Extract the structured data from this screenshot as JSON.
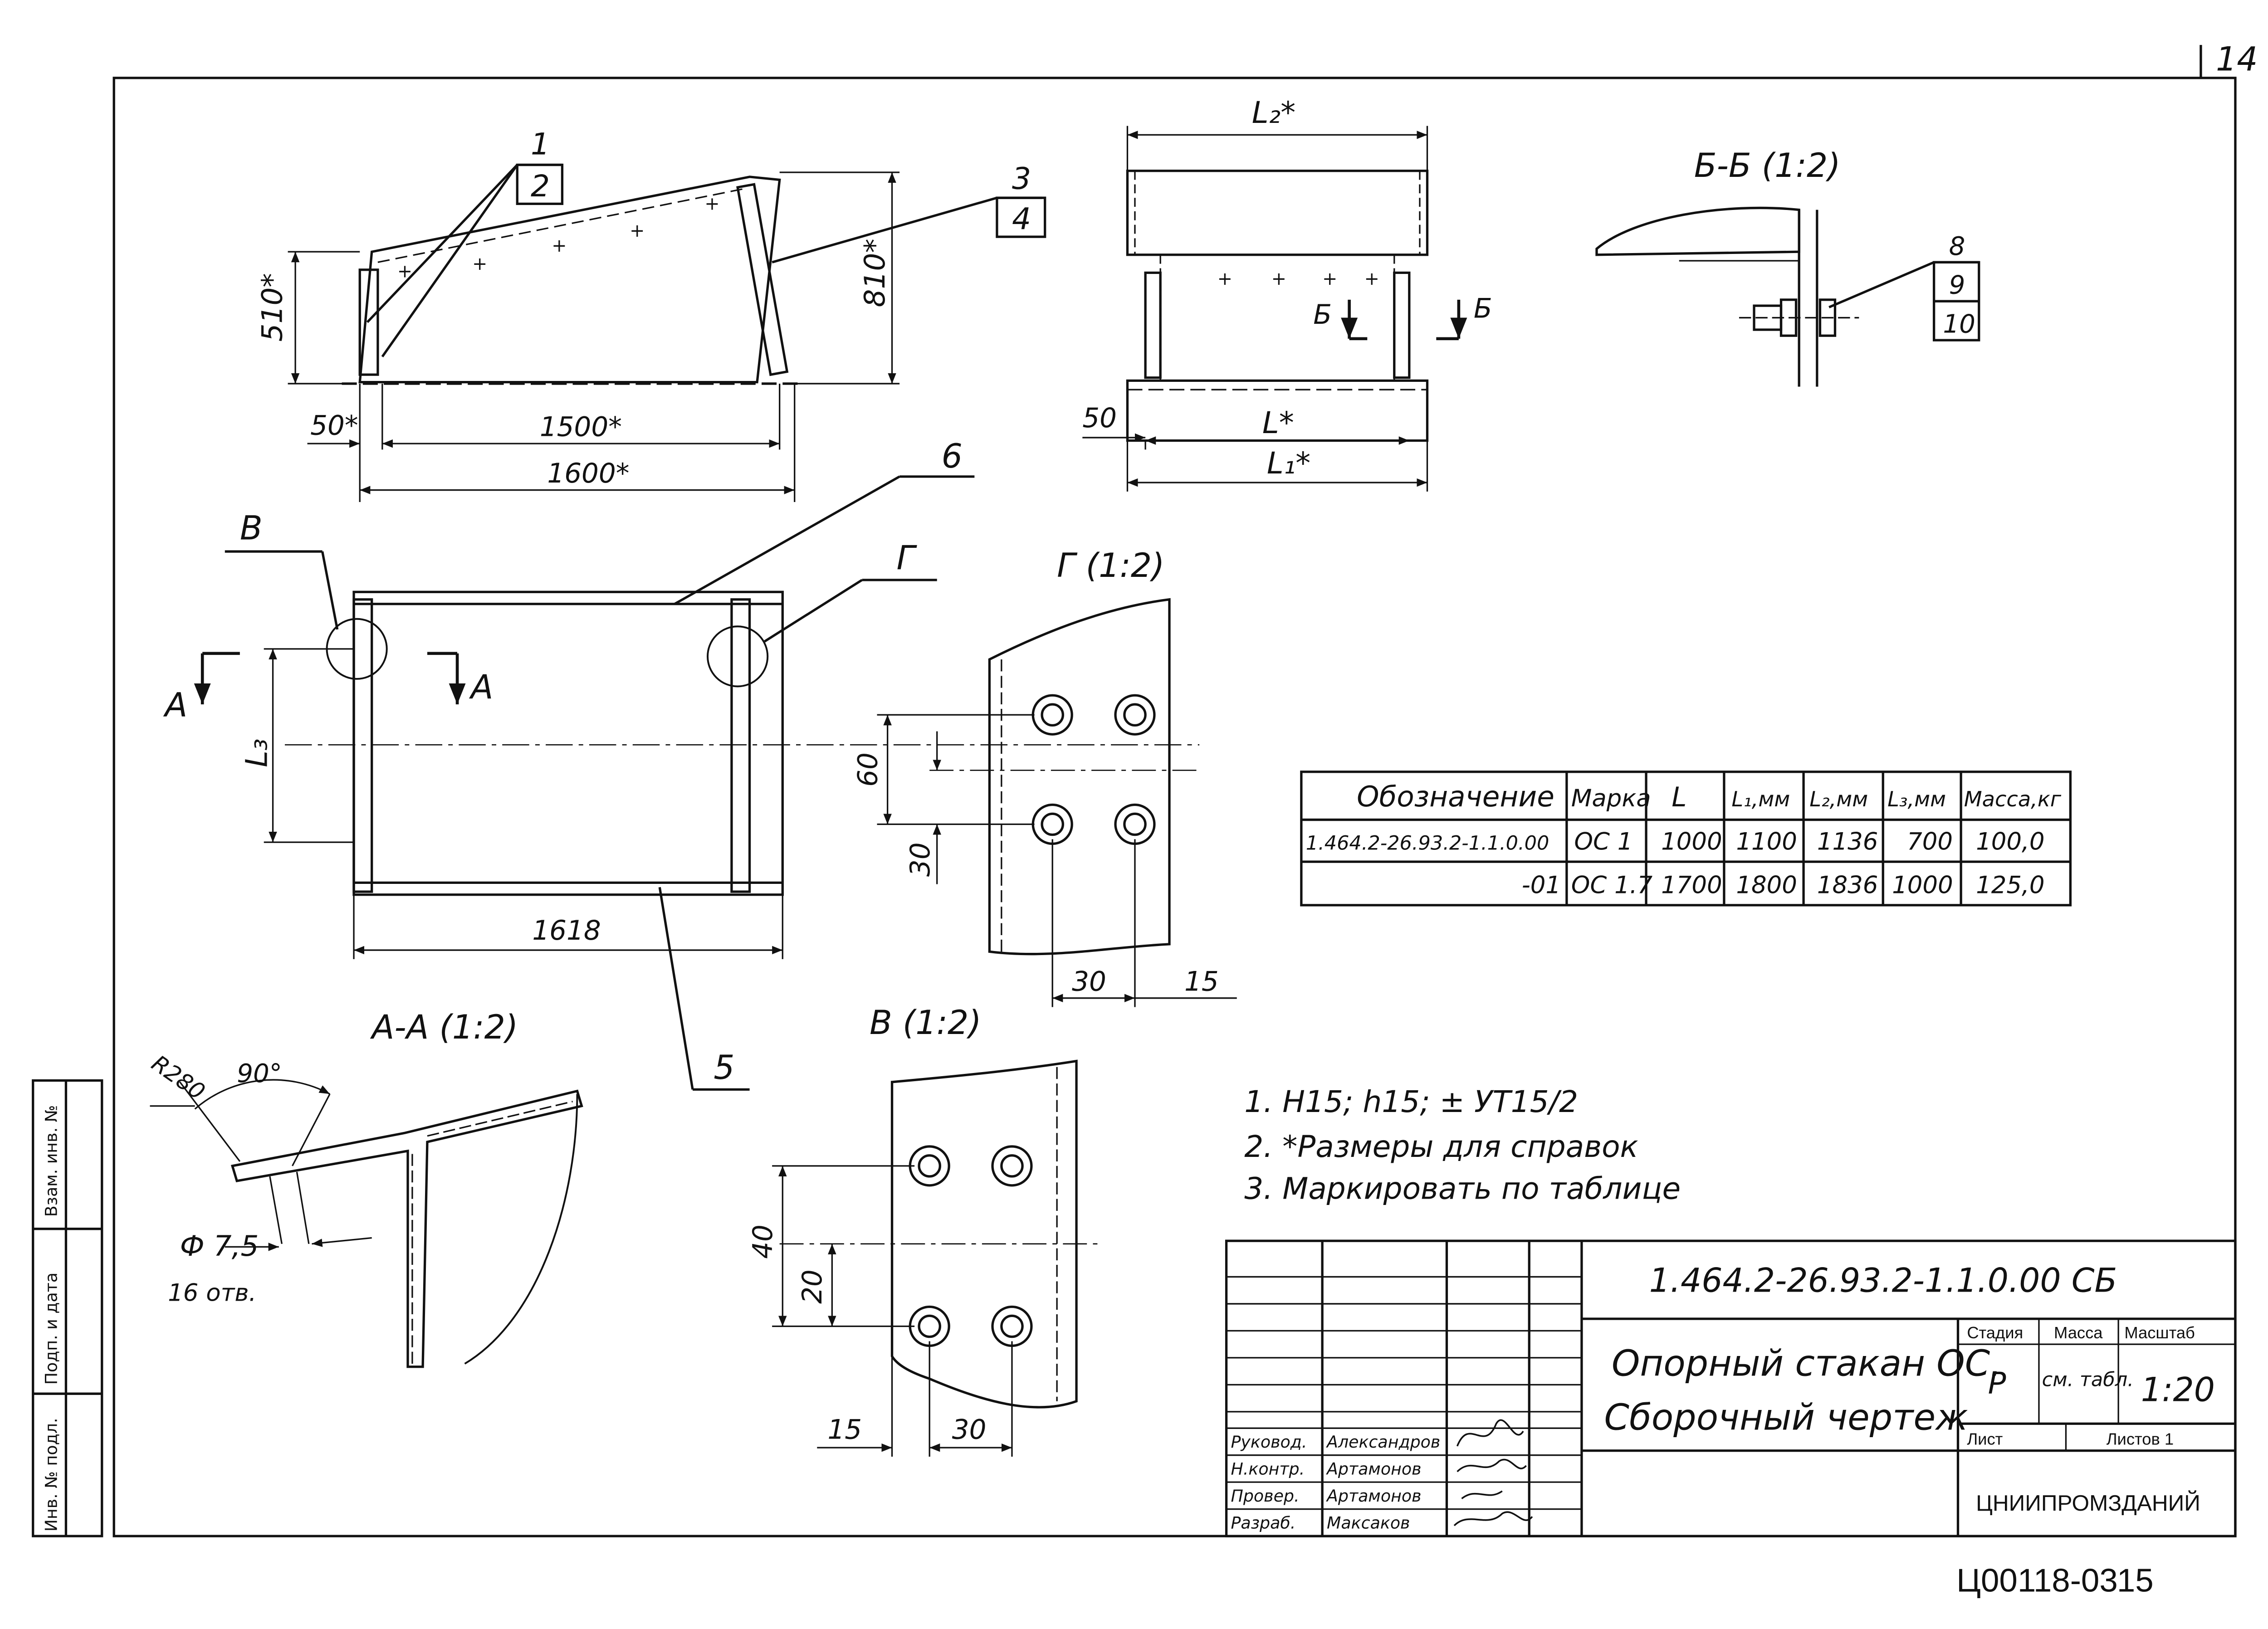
{
  "page_number": "14",
  "bottom_code": "Ц00118-03",
  "bottom_page": "15",
  "side_stamp": [
    "Взам. инв. №",
    "Подп. и дата",
    "Инв. № подл."
  ],
  "views": {
    "side": {
      "callouts": [
        "1",
        "2",
        "3",
        "4"
      ],
      "dims": {
        "h_left": "510*",
        "h_right": "810*",
        "offset": "50*",
        "inner": "1500*",
        "outer": "1600*"
      }
    },
    "front": {
      "dims": {
        "top": "L₂*",
        "mid": "L*",
        "bottom": "L₁*",
        "offset": "50"
      },
      "section_marks": [
        "Б",
        "Б"
      ]
    },
    "section_bb": {
      "title": "Б-Б (1:2)",
      "callouts": [
        "8",
        "9",
        "10"
      ]
    },
    "plan": {
      "callouts": [
        "В",
        "Г",
        "6",
        "5"
      ],
      "section_marks": [
        "А",
        "А"
      ],
      "dims": {
        "height": "L₃",
        "width": "1618"
      }
    },
    "detail_g": {
      "title": "Г (1:2)",
      "dims": {
        "v1": "60",
        "v2": "30",
        "h1": "30",
        "h2": "15"
      }
    },
    "detail_v": {
      "title": "В (1:2)",
      "dims": {
        "v1": "40",
        "v2": "20",
        "h1": "15",
        "h2": "30"
      }
    },
    "section_aa": {
      "title": "А-А (1:2)",
      "radius": "R280",
      "angle": "90°",
      "hole": "Ф 7,5",
      "hole_count": "16 отв."
    }
  },
  "table": {
    "headers": [
      "Обозначение",
      "Марка",
      "L",
      "L₁,мм",
      "L₂,мм",
      "L₃,мм",
      "Масса,кг"
    ],
    "rows": [
      [
        "1.464.2-26.93.2-1.1.0.00",
        "ОС 1",
        "1000",
        "1100",
        "1136",
        "700",
        "100,0"
      ],
      [
        "-01",
        "ОС 1.7",
        "1700",
        "1800",
        "1836",
        "1000",
        "125,0"
      ]
    ]
  },
  "notes": [
    "1. H15; h15; ± УТ15/2",
    "2. *Размеры для справок",
    "3. Маркировать по таблице"
  ],
  "title_block": {
    "code": "1.464.2-26.93.2-1.1.0.00 СБ",
    "name_line1": "Опорный стакан ОС.",
    "name_line2": "Сборочный чертеж",
    "stage_label": "Стадия",
    "mass_label": "Масса",
    "scale_label": "Масштаб",
    "stage": "Р",
    "mass": "см. табл.",
    "scale": "1:20",
    "sheet_label": "Лист",
    "sheets_label": "Листов 1",
    "org": "ЦНИИПРОМЗДАНИЙ",
    "roles": [
      "Руковод.",
      "Н.контр.",
      "Провер.",
      "Разраб."
    ],
    "names": [
      "Александров",
      "Артамонов",
      "Артамонов",
      "Максаков"
    ]
  }
}
